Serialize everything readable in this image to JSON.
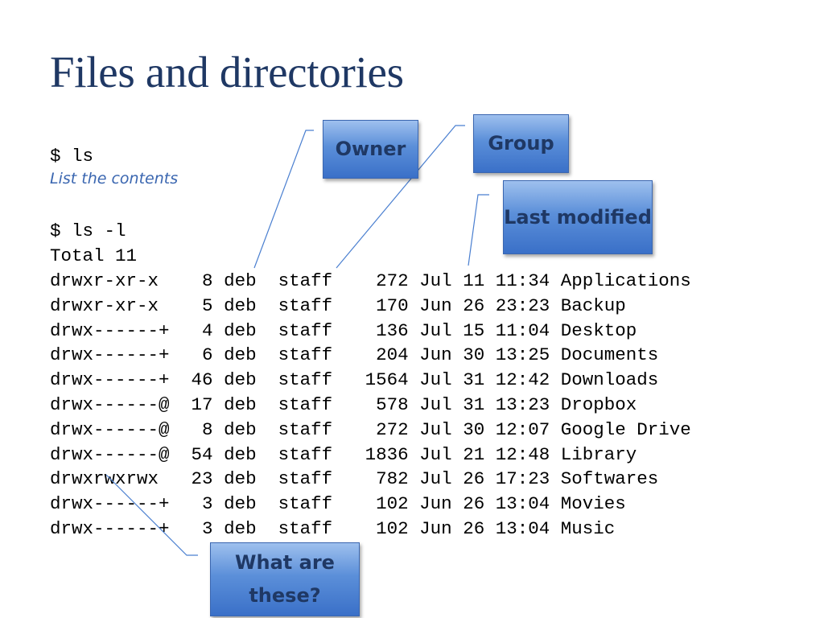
{
  "slide": {
    "title": "Files and directories",
    "cmd1": "$ ls",
    "cmd1_desc": "List the contents",
    "cmd2": "$ ls -l",
    "total": "Total 11"
  },
  "listing": [
    {
      "perms": "drwxr-xr-x",
      "links": "8",
      "owner": "deb",
      "group": "staff",
      "size": "272",
      "month": "Jul",
      "day": "11",
      "time": "11:34",
      "name": "Applications"
    },
    {
      "perms": "drwxr-xr-x",
      "links": "5",
      "owner": "deb",
      "group": "staff",
      "size": "170",
      "month": "Jun",
      "day": "26",
      "time": "23:23",
      "name": "Backup"
    },
    {
      "perms": "drwx------+",
      "links": "4",
      "owner": "deb",
      "group": "staff",
      "size": "136",
      "month": "Jul",
      "day": "15",
      "time": "11:04",
      "name": "Desktop"
    },
    {
      "perms": "drwx------+",
      "links": "6",
      "owner": "deb",
      "group": "staff",
      "size": "204",
      "month": "Jun",
      "day": "30",
      "time": "13:25",
      "name": "Documents"
    },
    {
      "perms": "drwx------+",
      "links": "46",
      "owner": "deb",
      "group": "staff",
      "size": "1564",
      "month": "Jul",
      "day": "31",
      "time": "12:42",
      "name": "Downloads"
    },
    {
      "perms": "drwx------@",
      "links": "17",
      "owner": "deb",
      "group": "staff",
      "size": "578",
      "month": "Jul",
      "day": "31",
      "time": "13:23",
      "name": "Dropbox"
    },
    {
      "perms": "drwx------@",
      "links": "8",
      "owner": "deb",
      "group": "staff",
      "size": "272",
      "month": "Jul",
      "day": "30",
      "time": "12:07",
      "name": "Google Drive"
    },
    {
      "perms": "drwx------@",
      "links": "54",
      "owner": "deb",
      "group": "staff",
      "size": "1836",
      "month": "Jul",
      "day": "21",
      "time": "12:48",
      "name": "Library"
    },
    {
      "perms": "drwxrwxrwx",
      "links": "23",
      "owner": "deb",
      "group": "staff",
      "size": "782",
      "month": "Jul",
      "day": "26",
      "time": "17:23",
      "name": "Softwares"
    },
    {
      "perms": "drwx------+",
      "links": "3",
      "owner": "deb",
      "group": "staff",
      "size": "102",
      "month": "Jun",
      "day": "26",
      "time": "13:04",
      "name": "Movies"
    },
    {
      "perms": "drwx------+",
      "links": "3",
      "owner": "deb",
      "group": "staff",
      "size": "102",
      "month": "Jun",
      "day": "26",
      "time": "13:04",
      "name": "Music"
    }
  ],
  "callouts": {
    "owner": "Owner",
    "group": "Group",
    "last_modified": "Last modified",
    "what_are_these": "What are these?"
  },
  "colors": {
    "title": "#1f3864",
    "description": "#3a66b0",
    "callout_fill": "#5b8fd9",
    "callout_text": "#1f3864",
    "leader_line": "#4a7fd0"
  }
}
